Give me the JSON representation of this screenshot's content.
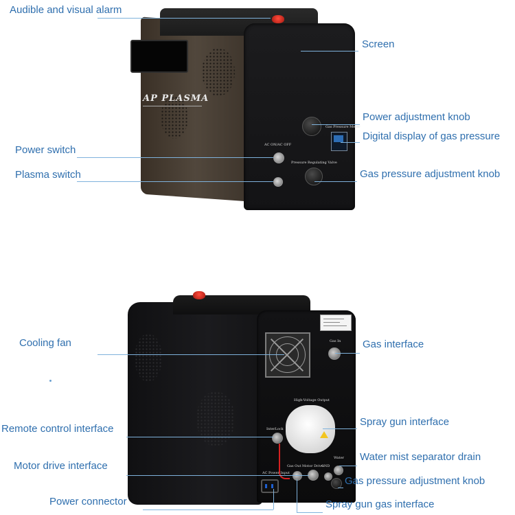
{
  "front_labels": {
    "alarm": "Audible and visual alarm",
    "screen": "Screen",
    "power_knob": "Power adjustment knob",
    "gas_display": "Digital display of gas pressure",
    "power_switch": "Power switch",
    "plasma_switch": "Plasma switch",
    "gas_knob": "Gas pressure adjustment knob"
  },
  "front_device": {
    "brand": "AP PLASMA",
    "switch_text": "AC ON/AC OFF",
    "meter_text": "Gas Pressure Meter",
    "valve_text": "Pressure Regulating Valve"
  },
  "back_labels": {
    "cooling_fan": "Cooling fan",
    "gas_interface": "Gas interface",
    "spray_gun_interface": "Spray gun interface",
    "remote_control": "Remote control interface",
    "water_drain": "Water mist separator drain",
    "motor_drive": "Motor drive interface",
    "gas_knob": "Gas pressure adjustment knob",
    "power_connector": "Power connector",
    "spray_gas": "Spray gun gas interface"
  },
  "back_device": {
    "gas_in": "Gas In",
    "hv_output": "High-Voltage Output",
    "interlock": "InterLock",
    "gas_out": "Gas Out",
    "motor_drive": "Motor Drive",
    "gnd": "GND",
    "water": "Water",
    "ac_power": "AC Power Input"
  },
  "colors": {
    "label": "#2f6fae",
    "leader_line": "#7fb2dc",
    "device_body": "#131315"
  }
}
